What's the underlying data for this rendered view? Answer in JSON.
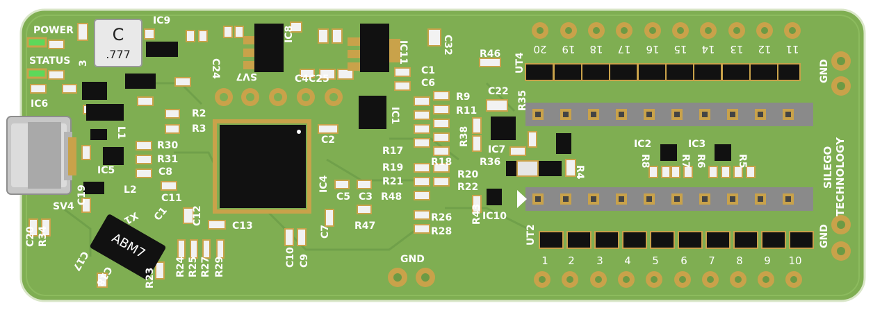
{
  "board": {
    "colors": {
      "pcb": "#7fae52",
      "pcb_dark": "#6c9a44",
      "silk": "#ffffff",
      "pad": "#c9a24a",
      "chip": "#111111",
      "header": "#8a8a8a",
      "led": "#5ed85a",
      "usb": "#c7c7c7"
    },
    "labels": {
      "power": "POWER",
      "status": "STATUS",
      "ic9": "IC9",
      "ic8": "IC8",
      "ic11": "IC11",
      "c32": "C32",
      "c24": "C24",
      "sv7": "SV7",
      "c4c25": "C4C25",
      "c1": "C1",
      "c6": "C6",
      "ic1": "IC1",
      "r9": "R9",
      "r11": "R11",
      "r38": "R38",
      "r35": "R35",
      "c22": "C22",
      "r46": "R46",
      "ut4": "UT4",
      "ic6": "IC6",
      "r2": "R2",
      "r3": "R3",
      "l1": "L1",
      "ic5": "IC5",
      "r30": "R30",
      "r31": "R31",
      "c8": "C8",
      "c11": "C11",
      "l2": "L2",
      "sv4": "SV4",
      "c19": "C19",
      "c2": "C2",
      "r17": "R17",
      "r18": "R18",
      "r19": "R19",
      "r20": "R20",
      "r21": "R21",
      "r22": "R22",
      "r48": "R48",
      "ic7": "IC7",
      "r36": "R36",
      "r4": "R4",
      "ic2": "IC2",
      "ic3": "IC3",
      "r8": "R8",
      "r7": "R7",
      "r6": "R6",
      "r5": "R5",
      "ic4": "IC4",
      "c5": "C5",
      "c3": "C3",
      "r47": "R47",
      "r26": "R26",
      "r28": "R28",
      "r43": "R43",
      "ic10": "IC10",
      "c13": "C13",
      "c12": "C12",
      "c7": "C7",
      "c10": "C10",
      "c9": "C9",
      "c20": "C20",
      "r34": "R34",
      "c17": "C17",
      "c18": "C18",
      "r23": "R23",
      "r24": "R24",
      "r25": "R25",
      "r27": "R27",
      "r29": "R29",
      "ut2": "UT2",
      "gnd": "GND",
      "brand1": "SILEGO",
      "brand2": "TECHNOLOGY",
      "ic9_marking_top": "C",
      "ic9_marking_bottom": ".777",
      "abm7": "ABM7",
      "x1": "X1",
      "pin3": "3"
    },
    "top_pins": [
      "20",
      "19",
      "18",
      "17",
      "16",
      "15",
      "14",
      "13",
      "12",
      "11"
    ],
    "bottom_pins": [
      "1",
      "2",
      "3",
      "4",
      "5",
      "6",
      "7",
      "8",
      "9",
      "10"
    ]
  }
}
